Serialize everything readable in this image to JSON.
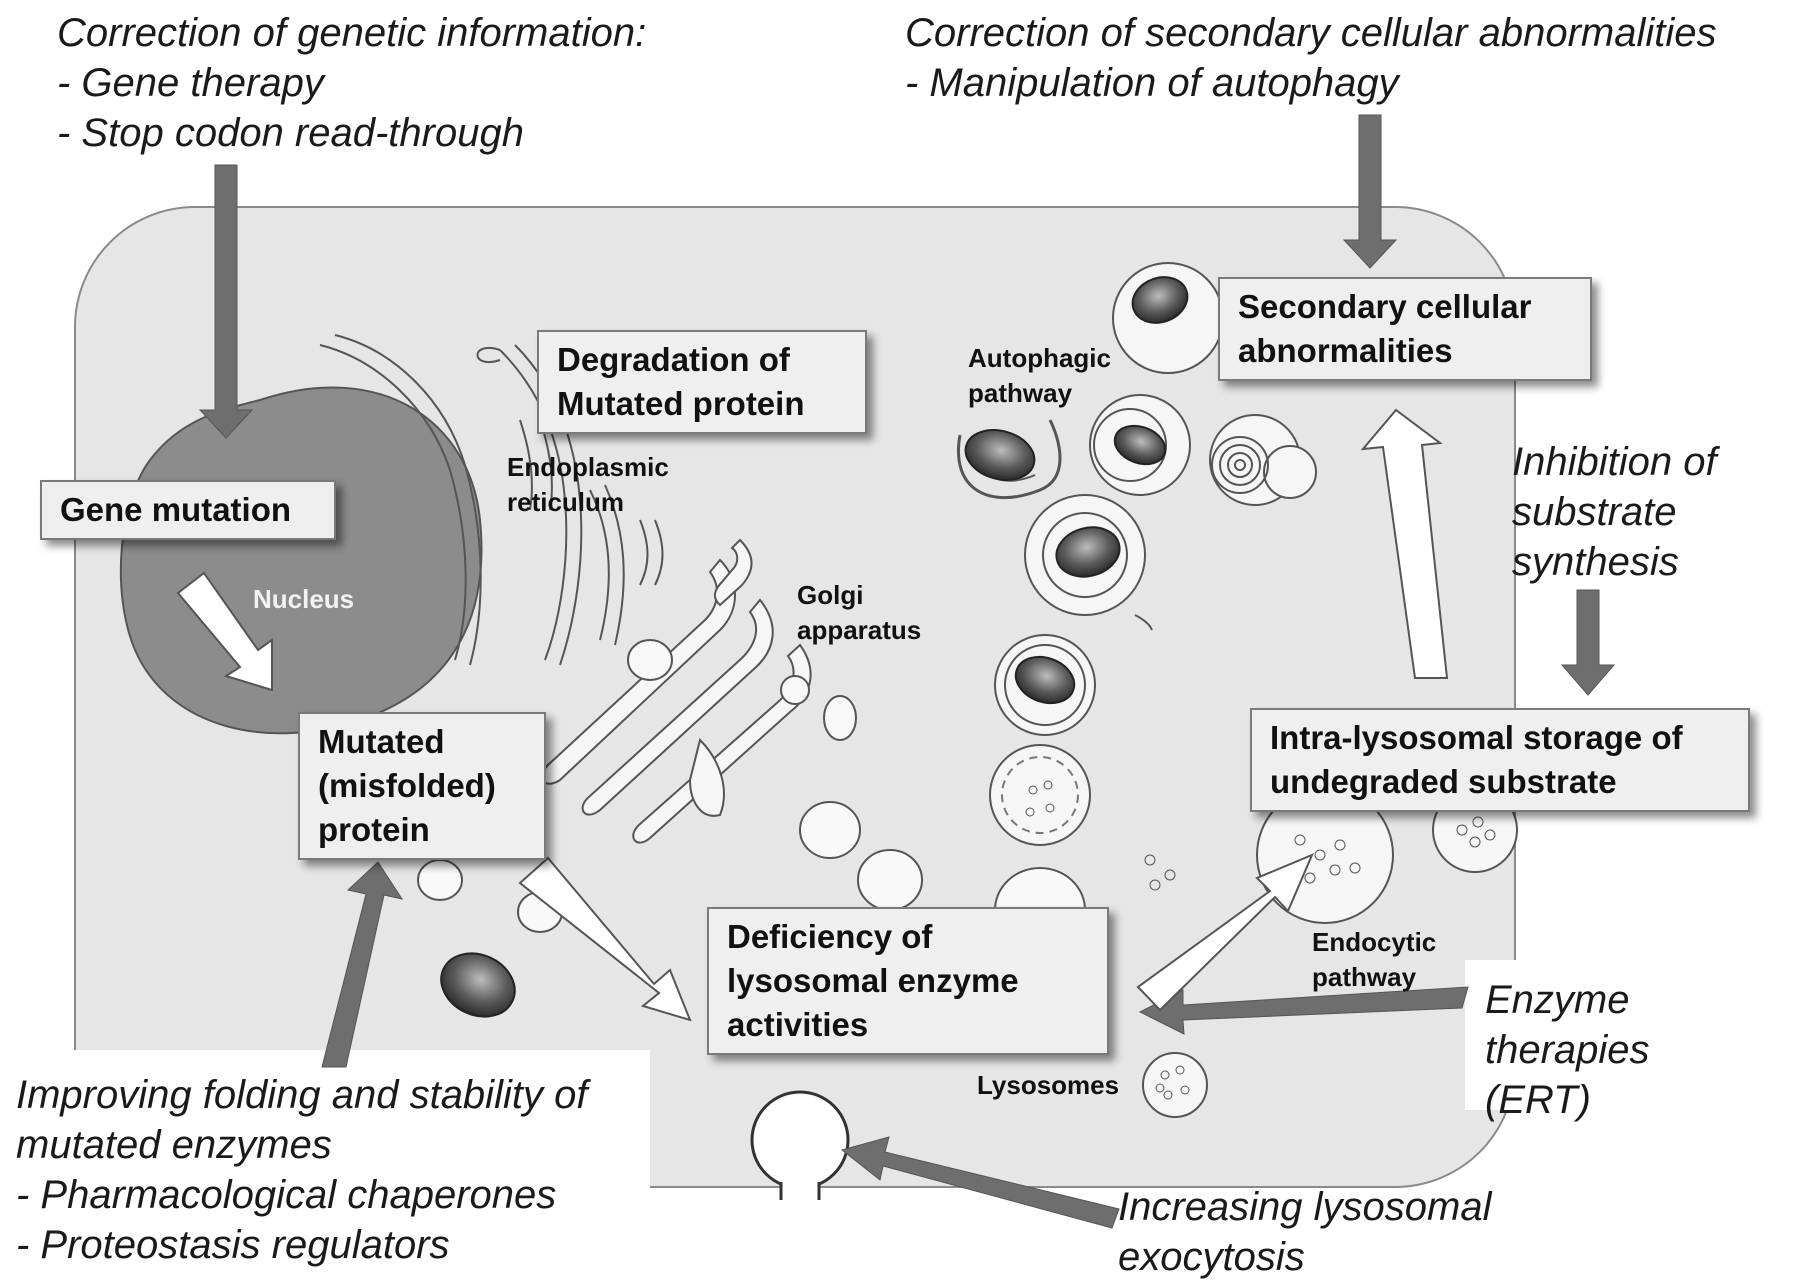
{
  "annotations": {
    "genetic": {
      "heading": "Correction of genetic information:",
      "items": [
        "- Gene therapy",
        "- Stop codon read-through"
      ]
    },
    "secondary": {
      "heading": "Correction of secondary cellular abnormalities",
      "items": [
        "- Manipulation of autophagy"
      ]
    },
    "inhibition": {
      "lines": [
        "Inhibition of",
        "substrate",
        "synthesis"
      ]
    },
    "ert": {
      "lines": [
        "Enzyme",
        "therapies",
        "(ERT)"
      ]
    },
    "folding": {
      "lines": [
        "Improving folding and stability of",
        "mutated enzymes"
      ],
      "items": [
        "- Pharmacological chaperones",
        "- Proteostasis regulators"
      ]
    },
    "exocytosis": {
      "lines": [
        "Increasing lysosomal",
        "exocytosis"
      ]
    }
  },
  "boxes": {
    "gene_mutation": [
      "Gene mutation"
    ],
    "degradation": [
      "Degradation of",
      "Mutated protein"
    ],
    "mutated_protein": [
      "Mutated",
      "(misfolded)",
      "protein"
    ],
    "deficiency": [
      "Deficiency of",
      "lysosomal enzyme",
      "activities"
    ],
    "storage": [
      "Intra-lysosomal storage of",
      "undegraded substrate"
    ],
    "secondary": [
      "Secondary cellular",
      "abnormalities"
    ]
  },
  "labels": {
    "nucleus": "Nucleus",
    "er": [
      "Endoplasmic",
      "reticulum"
    ],
    "golgi": [
      "Golgi",
      "apparatus"
    ],
    "autophagic": [
      "Autophagic",
      "pathway"
    ],
    "endocytic": [
      "Endocytic",
      "pathway"
    ],
    "lysosomes": "Lysosomes"
  },
  "colors": {
    "cell_fill": "#e6e6e6",
    "nucleus_fill": "#8c8c8c",
    "dark_arrow": "#6e6e6e",
    "box_fill": "#efefef"
  }
}
